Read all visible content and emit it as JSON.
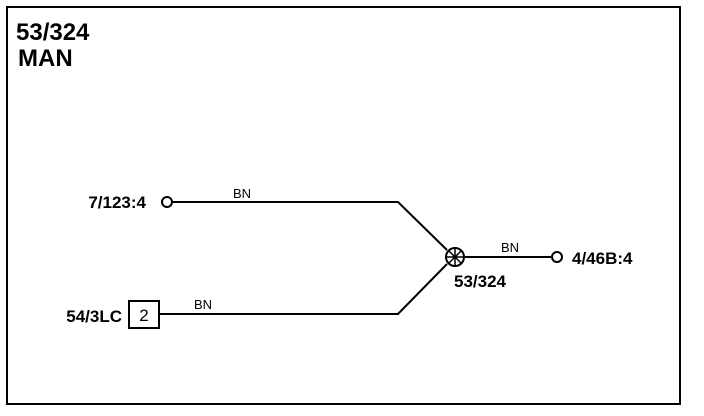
{
  "title": {
    "code": "53/324",
    "subtitle": "MAN"
  },
  "connectors": {
    "top_left": "7/123:4",
    "bottom_left": "54/3LC",
    "bottom_left_pin": "2",
    "right": "4/46B:4"
  },
  "splice": {
    "label": "53/324"
  },
  "wires": {
    "top": "BN",
    "bottom": "BN",
    "right": "BN"
  },
  "colors": {
    "line": "#000000",
    "background": "#ffffff"
  }
}
